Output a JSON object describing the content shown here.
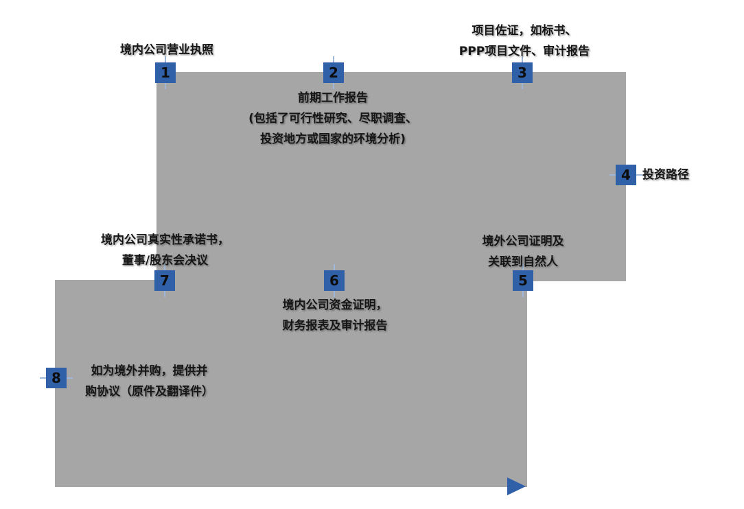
{
  "colors": {
    "gray": "#a6a6a6",
    "blue": "#3060a8"
  },
  "markers": [
    {
      "num": "1",
      "label": "境内公司营业执照"
    },
    {
      "num": "2",
      "label": "前期工作报告\n(包括了可行性研究、尽职调查、\n投资地方或国家的环境分析)"
    },
    {
      "num": "3",
      "label": "项目佐证，如标书、\nPPP项目文件、审计报告"
    },
    {
      "num": "4",
      "label": "投资路径"
    },
    {
      "num": "5",
      "label": "境外公司证明及\n关联到自然人"
    },
    {
      "num": "6",
      "label": "境内公司资金证明，\n财务报表及审计报告"
    },
    {
      "num": "7",
      "label": "境内公司真实性承诺书，\n董事/股东会决议"
    },
    {
      "num": "8",
      "label": "如为境外并购，提供并\n购协议（原件及翻译件）"
    }
  ]
}
